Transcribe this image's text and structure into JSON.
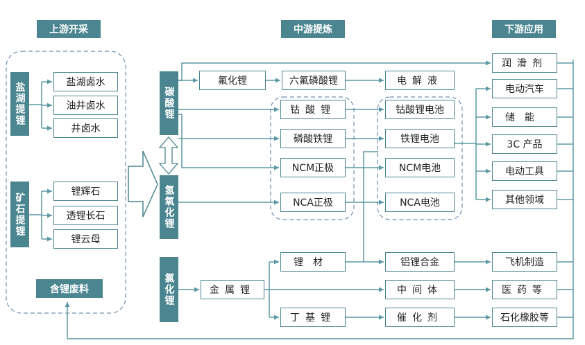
{
  "headers": {
    "upstream": "上游开采",
    "midstream": "中游提炼",
    "downstream": "下游应用"
  },
  "upstream": {
    "salt_lake": {
      "title": "盐湖提锂",
      "items": [
        "盐湖卤水",
        "油井卤水",
        "井卤水"
      ]
    },
    "ore": {
      "title": "矿石提锂",
      "items": [
        "锂辉石",
        "透锂长石",
        "锂云母"
      ]
    },
    "waste": "含锂废料"
  },
  "midstream": {
    "carbonate": "碳酸锂",
    "hydroxide": "氢氧化锂",
    "chloride": "氯化锂",
    "lithium_fluoride": "氟化锂",
    "lipf6": "六氟磷酸锂",
    "electrolyte": "电解液",
    "cathodes": [
      "钴酸锂",
      "磷酸铁锂",
      "NCM正极",
      "NCA正极"
    ],
    "batteries": [
      "钴酸锂电池",
      "铁锂电池",
      "NCM电池",
      "NCA电池"
    ],
    "metal_lithium": "金属锂",
    "lithium_material": "锂材",
    "butyl_lithium": "丁基锂",
    "al_li_alloy": "铝锂合金",
    "intermediate": "中间体",
    "catalyst": "催化剂"
  },
  "downstream": {
    "lubricant": "润滑剂",
    "applications": [
      "电动汽车",
      "储能",
      "3C 产品",
      "电动工具",
      "其他领域"
    ],
    "aircraft": "飞机制造",
    "medicine": "医药等",
    "rubber": "石化橡胶等"
  },
  "colors": {
    "primary": "#4a8590",
    "line": "#5a98a3",
    "dashed": "#6f8fb0"
  }
}
